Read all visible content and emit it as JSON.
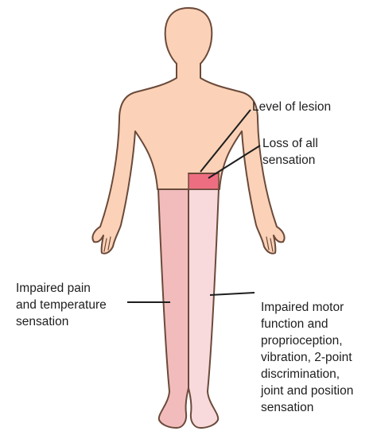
{
  "colors": {
    "skin": "#fbd2b7",
    "outline": "#6b4a3a",
    "left_leg_fill": "#f2bcbd",
    "right_leg_fill": "#f8dadd",
    "lesion_band": "#ee6e81",
    "leader_line": "#1e1e1e"
  },
  "labels": {
    "level_of_lesion": "Level of lesion",
    "loss_of_all_sensation": [
      "Loss of all",
      "sensation"
    ],
    "impaired_pain_temperature": [
      "Impaired pain",
      "and temperature",
      "sensation"
    ],
    "impaired_motor": [
      "Impaired motor",
      "function and",
      "proprioception,",
      "vibration, 2-point",
      "discrimination,",
      "joint and position",
      "sensation"
    ]
  }
}
